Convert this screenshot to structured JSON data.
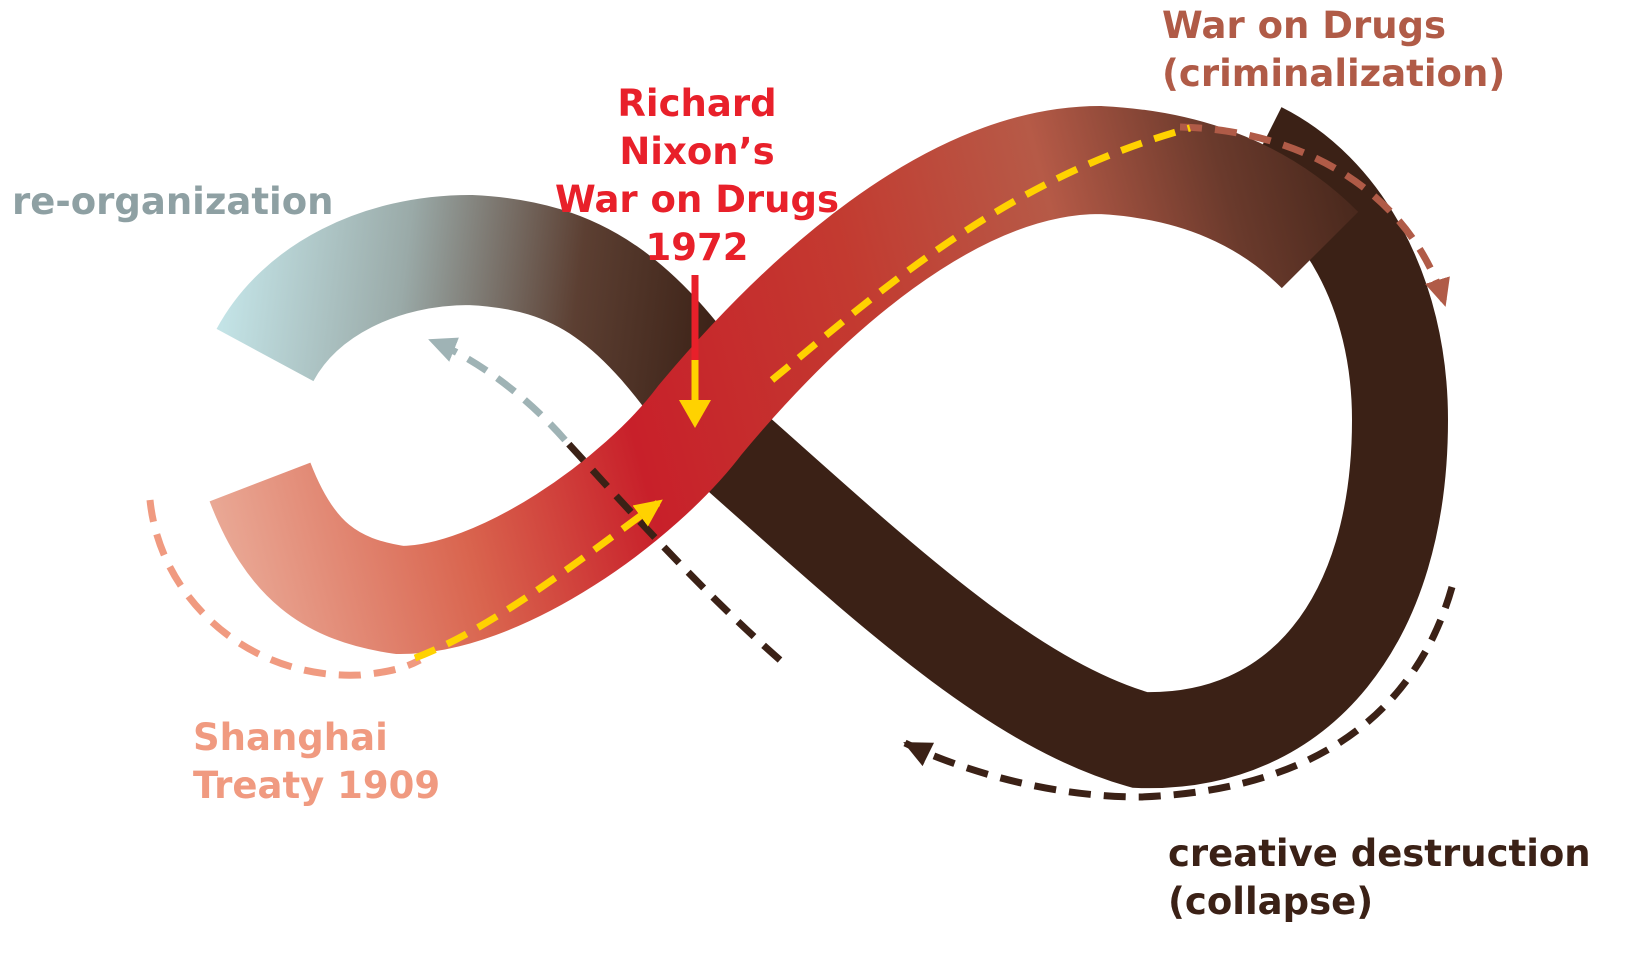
{
  "colors": {
    "reorganization": "#8ea0a3",
    "war_on_drugs": "#b05b47",
    "nixon": "#e8202a",
    "shanghai": "#f09a80",
    "creative_destruction": "#3b2116",
    "yellow_path": "#ffd200"
  },
  "labels": {
    "reorganization": "re-organization",
    "war_on_drugs": [
      "War on Drugs",
      "(criminalization)"
    ],
    "nixon": [
      "Richard",
      "Nixon’s",
      "War on Drugs",
      "1972"
    ],
    "shanghai": [
      "Shanghai",
      "Treaty 1909"
    ],
    "creative_destruction": [
      "creative destruction",
      "(collapse)"
    ]
  }
}
